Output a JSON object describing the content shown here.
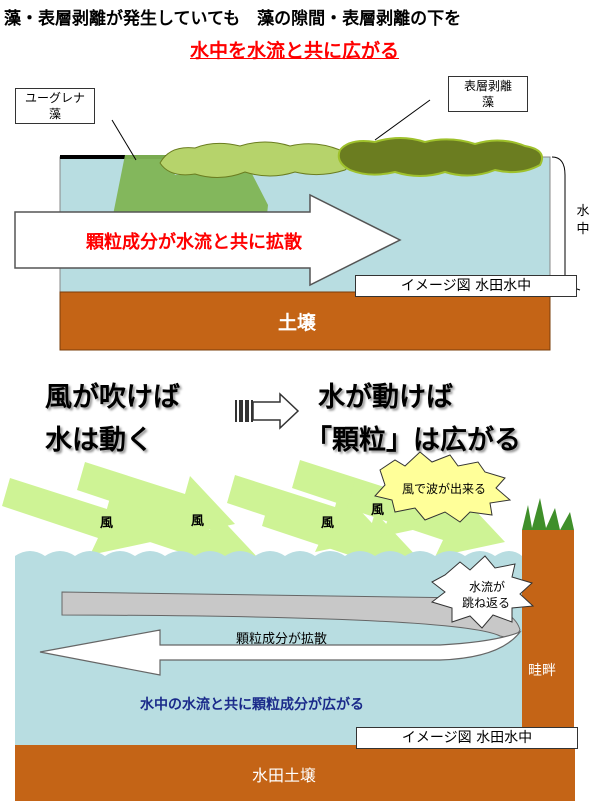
{
  "header": {
    "line1": "藻・表層剥離が発生していても　藻の隙間・表層剥離の下を",
    "line2": "水中を水流と共に広がる"
  },
  "top_diagram": {
    "euglena_label_line1": "ユーグレナ",
    "euglena_label_line2": "藻",
    "peel_label_line1": "表層剥離",
    "peel_label_line2": "藻",
    "arrow_text": "顆粒成分が水流と共に拡散",
    "water_label_line1": "水",
    "water_label_line2": "中",
    "caption": "イメージ図 水田水中",
    "soil_label": "土壌"
  },
  "middle": {
    "left_line1": "風が吹けば",
    "left_line2": "水は動く",
    "right_line1": "水が動けば",
    "right_line2": "「顆粒」は広がる"
  },
  "bottom_diagram": {
    "wind_labels": [
      "風",
      "風",
      "風",
      "風"
    ],
    "wave_burst": "風で波が出来る",
    "bounce_burst_line1": "水流が",
    "bounce_burst_line2": "跳ね返る",
    "diffusion_label": "顆粒成分が拡散",
    "ridge_label": "畦畔",
    "flow_caption": "水中の水流と共に顆粒成分が広がる",
    "caption": "イメージ図 水田水中",
    "soil_label": "水田土壌"
  },
  "colors": {
    "water": "#b8dde1",
    "soil": "#c46416",
    "algae_light": "#b6d36b",
    "algae_dark": "#6b7d20",
    "euglena": "#7fb454",
    "wind": "#c9f28a",
    "red": "#ff0000",
    "navy": "#1a2a8a"
  }
}
